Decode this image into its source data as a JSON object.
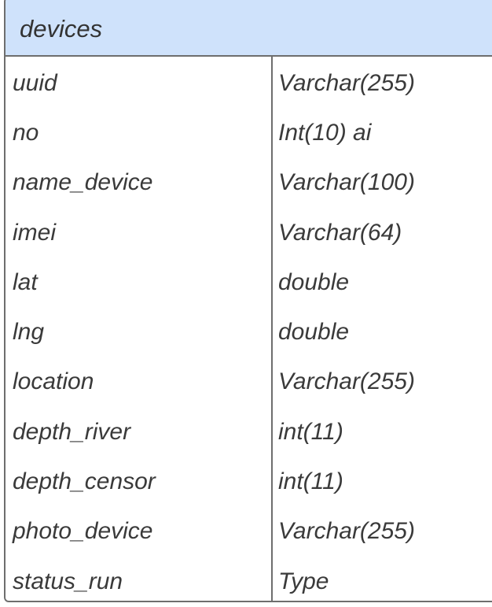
{
  "entity": {
    "title": "devices",
    "fields": [
      {
        "name": "uuid",
        "type": "Varchar(255)"
      },
      {
        "name": "no",
        "type": "Int(10) ai"
      },
      {
        "name": "name_device",
        "type": "Varchar(100)"
      },
      {
        "name": "imei",
        "type": "Varchar(64)"
      },
      {
        "name": "lat",
        "type": "double"
      },
      {
        "name": "lng",
        "type": "double"
      },
      {
        "name": "location",
        "type": "Varchar(255)"
      },
      {
        "name": "depth_river",
        "type": "int(11)"
      },
      {
        "name": "depth_censor",
        "type": "int(11)"
      },
      {
        "name": "photo_device",
        "type": "Varchar(255)"
      },
      {
        "name": "status_run",
        "type": "Type"
      }
    ]
  },
  "colors": {
    "header_bg": "#cfe2fb",
    "border": "#6e6e6e",
    "text": "#3a3a3a"
  }
}
